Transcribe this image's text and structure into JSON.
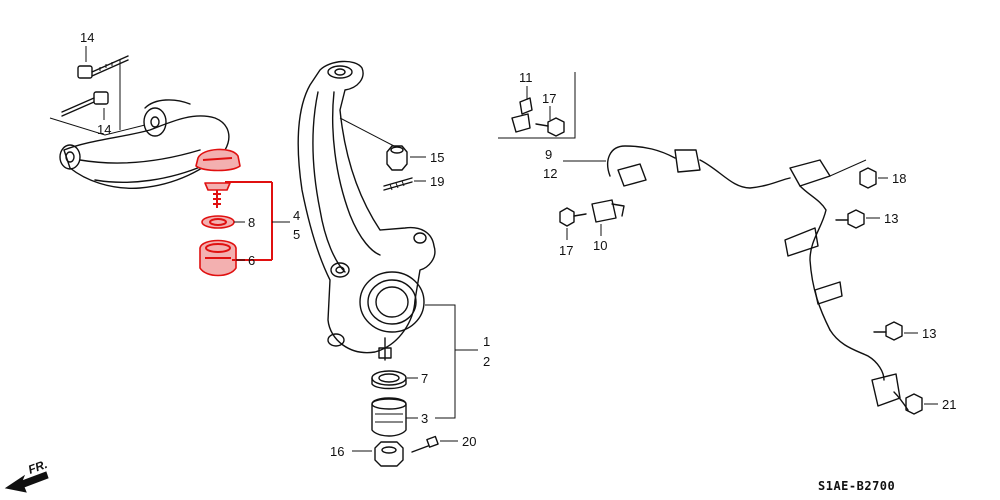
{
  "diagram": {
    "callouts": {
      "c14a": "14",
      "c14b": "14",
      "c8": "8",
      "c6": "6",
      "c4": "4",
      "c5": "5",
      "c15": "15",
      "c19": "19",
      "c1": "1",
      "c2": "2",
      "c7": "7",
      "c3": "3",
      "c16": "16",
      "c20": "20",
      "c11": "11",
      "c17a": "17",
      "c9": "9",
      "c12": "12",
      "c17b": "17",
      "c10": "10",
      "c18": "18",
      "c13a": "13",
      "c13b": "13",
      "c21": "21"
    },
    "front_label": "FR.",
    "diagram_code": "S1AE-B2700"
  },
  "colors": {
    "highlight": "#e01010",
    "line": "#111111"
  }
}
